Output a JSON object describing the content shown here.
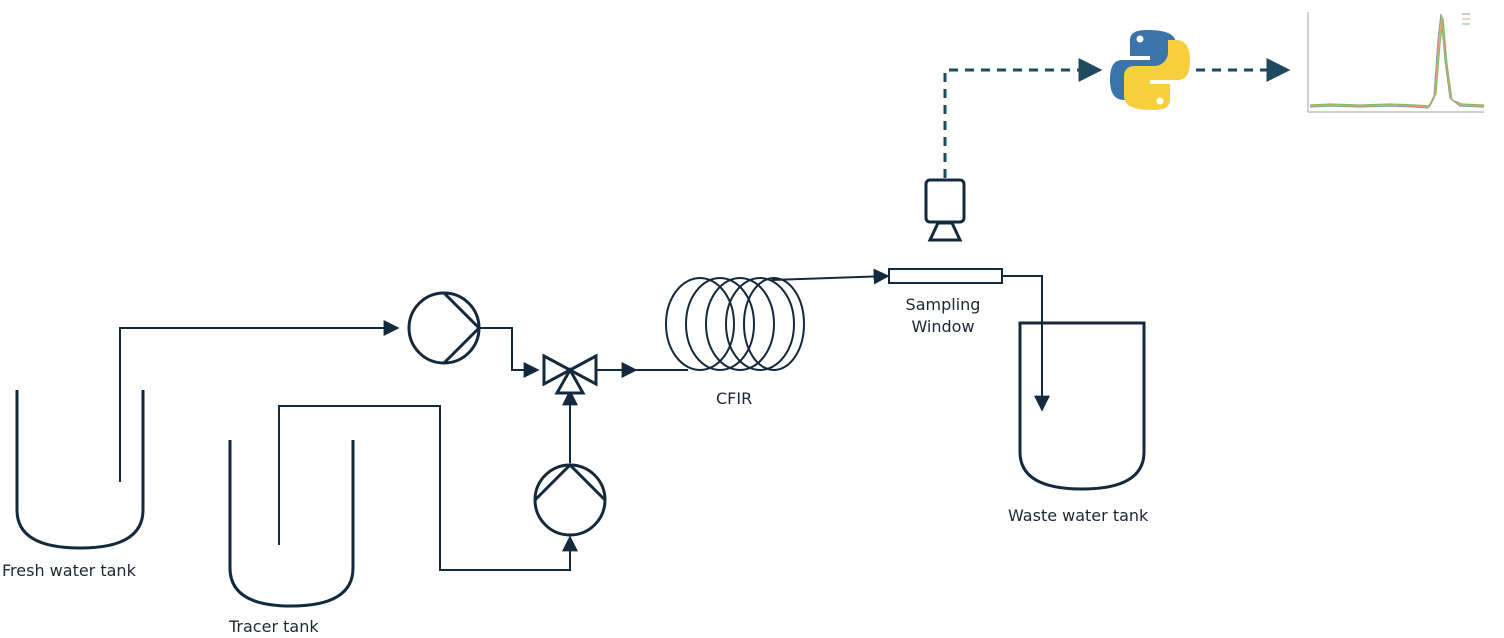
{
  "labels": {
    "fresh_water_tank": "Fresh water tank",
    "tracer_tank": "Tracer tank",
    "cfir": "CFIR",
    "sampling_window_line1": "Sampling",
    "sampling_window_line2": "Window",
    "waste_water_tank": "Waste water tank"
  },
  "colors": {
    "line": "#13293d",
    "dashed": "#1e4a5f",
    "python_blue": "#3a74a8",
    "python_yellow": "#f7cf3c",
    "thumb_axis": "#9aa3ad",
    "thumb_line_green": "#86b96b",
    "thumb_line_orange": "#f0a35a",
    "thumb_line_gray": "#8a98a6"
  },
  "icons": [
    "pump-icon",
    "three-way-valve-icon",
    "coil-reactor-icon",
    "camera-icon",
    "python-logo-icon",
    "chart-thumbnail-icon"
  ]
}
